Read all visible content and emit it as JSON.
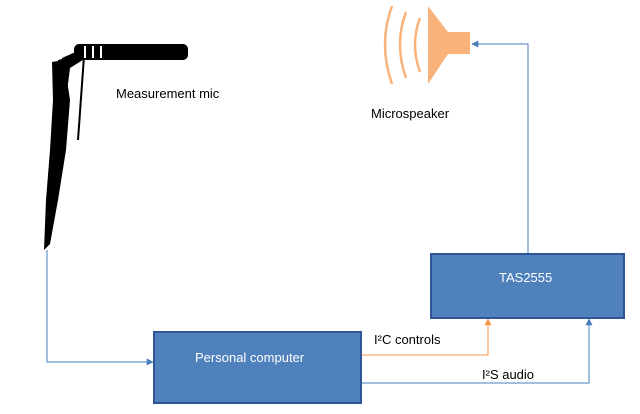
{
  "labels": {
    "mic": "Measurement mic",
    "speaker": "Microspeaker",
    "i2c": "I²C controls",
    "i2s": "I²S audio"
  },
  "boxes": {
    "pc": "Personal computer",
    "amp": "TAS2555"
  },
  "colors": {
    "box_fill": "#4f81bd",
    "box_border": "#2f5597",
    "arrow_blue": "#4a7ebb",
    "arrow_orange": "#f79646",
    "speaker": "#f9b27a",
    "mic": "#000000"
  },
  "icons": {
    "mic": "microphone-icon",
    "speaker": "speaker-icon"
  }
}
